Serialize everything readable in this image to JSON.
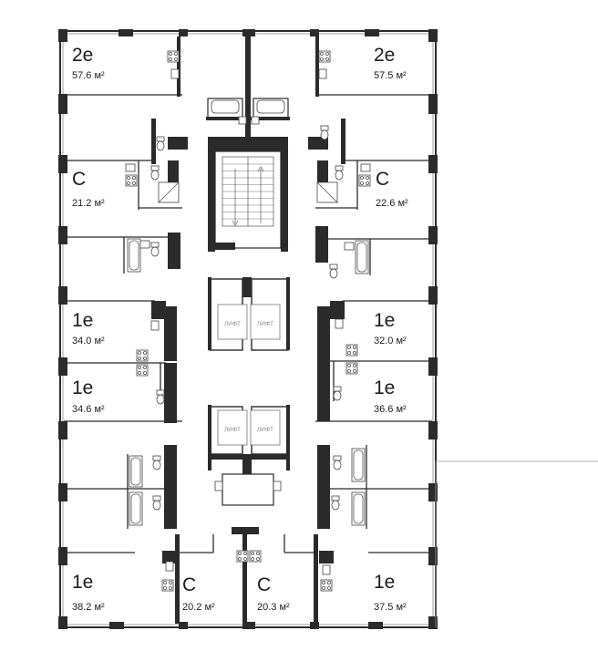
{
  "floor_plan": {
    "elevator_label": "ЛИФТ",
    "apartments": [
      {
        "id": "a1",
        "type": "2e",
        "area": "57.6 м²"
      },
      {
        "id": "a2",
        "type": "2e",
        "area": "57.5 м²"
      },
      {
        "id": "a3",
        "type": "C",
        "area": "21.2 м²"
      },
      {
        "id": "a4",
        "type": "C",
        "area": "22.6 м²"
      },
      {
        "id": "a5",
        "type": "1e",
        "area": "34.0 м²"
      },
      {
        "id": "a6",
        "type": "1e",
        "area": "32.0 м²"
      },
      {
        "id": "a7",
        "type": "1e",
        "area": "34.6 м²"
      },
      {
        "id": "a8",
        "type": "1e",
        "area": "36.6 м²"
      },
      {
        "id": "a9",
        "type": "1e",
        "area": "38.2 м²"
      },
      {
        "id": "a10",
        "type": "C",
        "area": "20.2 м²"
      },
      {
        "id": "a11",
        "type": "C",
        "area": "20.3 м²"
      },
      {
        "id": "a12",
        "type": "1e",
        "area": "37.5 м²"
      }
    ]
  }
}
